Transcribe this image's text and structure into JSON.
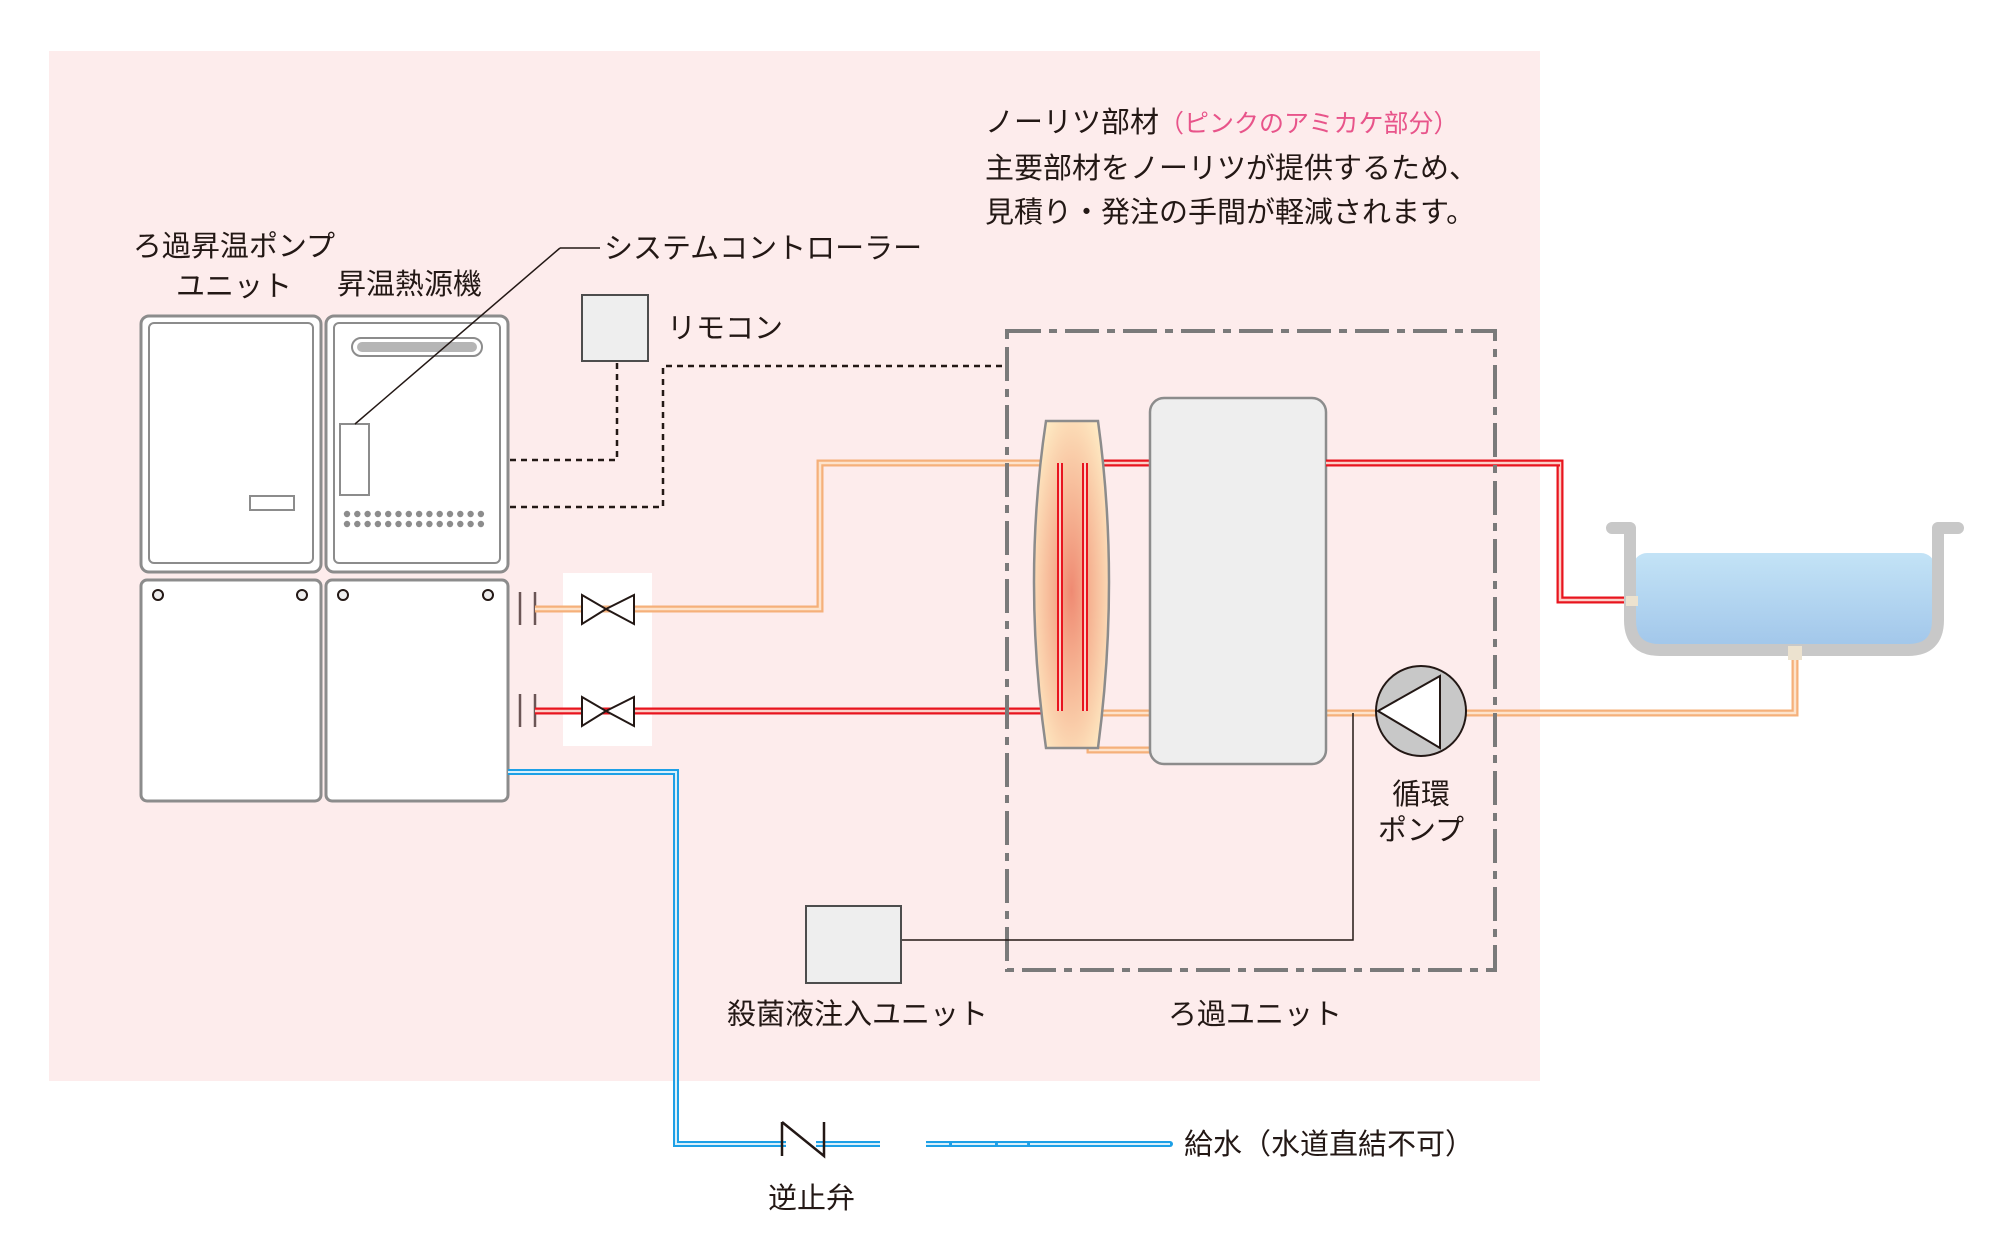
{
  "colors": {
    "nori_area": "#fdecec",
    "hot_pipe": "#e8141e",
    "warm_pipe": "#f5b07a",
    "water_pipe": "#1ea0e6",
    "bath_water": "#b9dcf3",
    "unit_fill": "#eeeeee",
    "accent_text": "#e8548a"
  },
  "legend": {
    "title": "ノーリツ部材",
    "title_note": "（ピンクのアミカケ部分）",
    "line1": "主要部材をノーリツが提供するため、",
    "line2": "見積り・発注の手間が軽減されます。"
  },
  "components": {
    "filter_pump_unit": "ろ過昇温ポンプ\nユニット",
    "filter_pump_unit_l1": "ろ過昇温ポンプ",
    "filter_pump_unit_l2": "ユニット",
    "heat_source": "昇温熱源機",
    "system_controller": "システムコントローラー",
    "remote": "リモコン",
    "circulation_pump_l1": "循環",
    "circulation_pump_l2": "ポンプ",
    "sterilizer_unit": "殺菌液注入ユニット",
    "filter_unit": "ろ過ユニット",
    "check_valve": "逆止弁",
    "water_supply": "給水（水道直結不可）"
  }
}
